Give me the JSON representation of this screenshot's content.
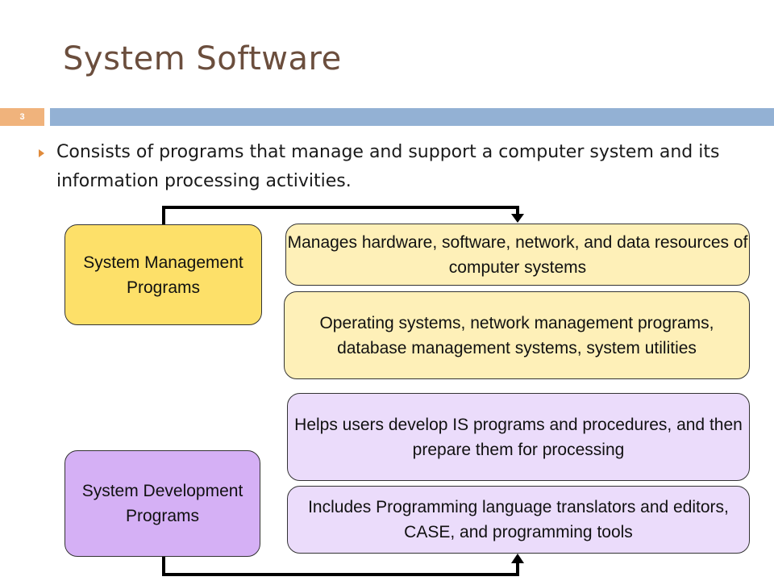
{
  "slide": {
    "title": "System Software",
    "number": "3",
    "bullet": "Consists of programs that manage and support a computer system and its information processing activities."
  },
  "diagram": {
    "management": {
      "label": "System Management Programs",
      "description": "Manages hardware, software, network, and data resources of computer systems",
      "examples": "Operating systems, network management programs, database management systems, system utilities"
    },
    "development": {
      "label": "System Development Programs",
      "description": "Helps users develop IS programs and procedures, and then prepare them for processing",
      "examples": "Includes Programming language translators and editors, CASE, and programming tools"
    }
  },
  "colors": {
    "title": "#6b4e3d",
    "header_bar": "#93b1d4",
    "slide_number_bg": "#f0b37c",
    "bullet_marker": "#e08b3c",
    "management_label": "#fde069",
    "management_detail": "#fef0b8",
    "development_label": "#d5b0f5",
    "development_detail": "#ebdcfb"
  }
}
